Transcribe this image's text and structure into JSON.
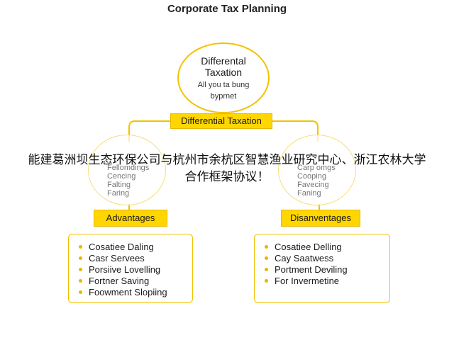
{
  "title": "Corporate Tax Planning",
  "top_node": {
    "title_line1": "Differental",
    "title_line2": "Taxation",
    "sub_line1": "All you ta bung",
    "sub_line2": "byprnet"
  },
  "center_label": "Differential Taxation",
  "ghost_left": [
    "Fellomdings",
    "Cencing",
    "Falting",
    "Faring"
  ],
  "ghost_right": [
    "Carp omgs",
    "Cooping",
    "Favecing",
    "Faning"
  ],
  "advantages": {
    "label": "Advantages",
    "items": [
      "Cosatiee Daling",
      "Casr Servees",
      "Porsiive Lovelling",
      "Fortner Saving",
      "Foowment Slopiing"
    ]
  },
  "disadvantages": {
    "label": "Disanventages",
    "items": [
      "Cosatiee Delling",
      "Cay Saatwess",
      "Portment Deviling",
      "For Invermetine"
    ]
  },
  "banner": {
    "line1": "能建葛洲坝生态环保公司与杭州市余杭区智慧渔业研究中心、浙江农林大学",
    "line2": "合作框架协议！"
  },
  "colors": {
    "accent": "#ffd600",
    "border": "#f2c200"
  }
}
